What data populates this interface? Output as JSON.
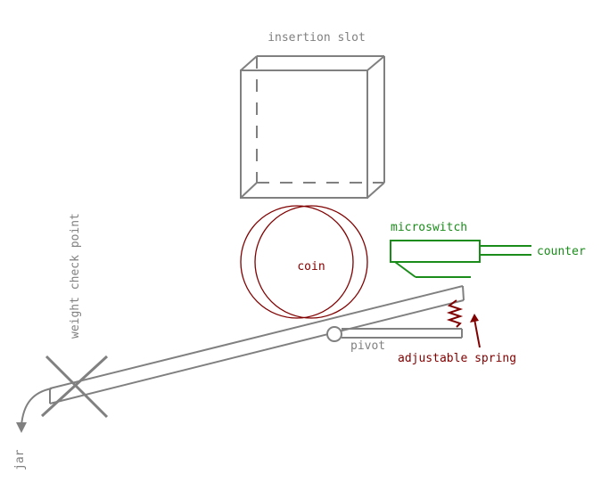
{
  "labels": {
    "insertion_slot": "insertion slot",
    "microswitch": "microswitch",
    "counter": "counter",
    "coin": "coin",
    "pivot": "pivot",
    "adjustable_spring": "adjustable spring",
    "weight_check_point": "weight check point",
    "jar": "jar"
  },
  "colors": {
    "structure": "#808080",
    "coin": "#800000",
    "spring": "#800000",
    "switch": "#1a8c1a"
  }
}
